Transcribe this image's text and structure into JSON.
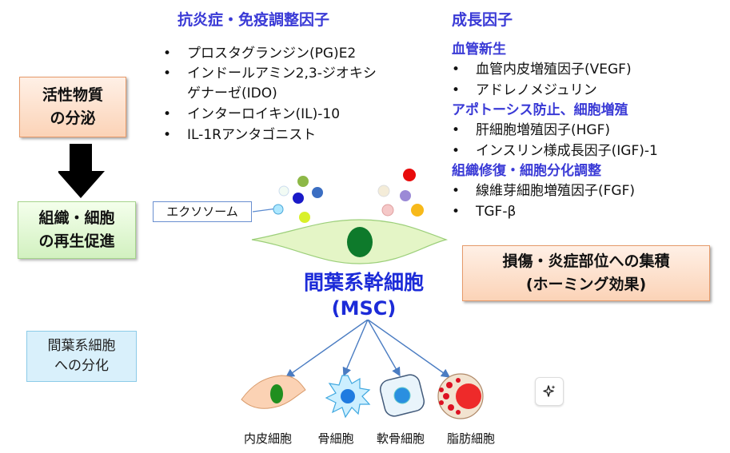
{
  "left": {
    "secretion_box": [
      "活性物質",
      "の分泌"
    ],
    "regeneration_box": [
      "組織・細胞",
      "の再生促進"
    ],
    "differentiation_box": [
      "間葉系細胞",
      "への分化"
    ]
  },
  "anti_inflammatory": {
    "heading": "抗炎症・免疫調整因子",
    "items": [
      "プロスタグランジン(PG)E2",
      "インドールアミン2,3-ジオキシ",
      "インターロイキン(IL)-10",
      "IL-1Rアンタゴニスト"
    ],
    "item2_cont": "ゲナーゼ(IDO)"
  },
  "growth_factors": {
    "heading": "成長因子",
    "groups": [
      {
        "label": "血管新生",
        "items": [
          "血管内皮増殖因子(VEGF)",
          "アドレノメジュリン"
        ]
      },
      {
        "label": "アポトーシス防止、細胞増殖",
        "items": [
          "肝細胞増殖因子(HGF)",
          "インスリン様成長因子(IGF)-1"
        ]
      },
      {
        "label": "組織修復・細胞分化調整",
        "items": [
          "線維芽細胞増殖因子(FGF)",
          "TGF-β"
        ]
      }
    ]
  },
  "exosome_label": "エクソソーム",
  "homing_box": [
    "損傷・炎症部位への集積",
    "(ホーミング効果)"
  ],
  "msc": {
    "title": "間葉系幹細胞",
    "abbr": "(MSC)"
  },
  "cells": [
    "内皮細胞",
    "骨細胞",
    "軟骨細胞",
    "脂肪細胞"
  ],
  "icons": {
    "sparkle": "sparkle-icon",
    "arrow": "down-arrow-icon"
  },
  "colors": {
    "heading_blue": "#3a3ad6",
    "msc_blue": "#1c2bd8",
    "cell_green": "#e4f5c6",
    "nucleus_green": "#0e7a2b"
  }
}
